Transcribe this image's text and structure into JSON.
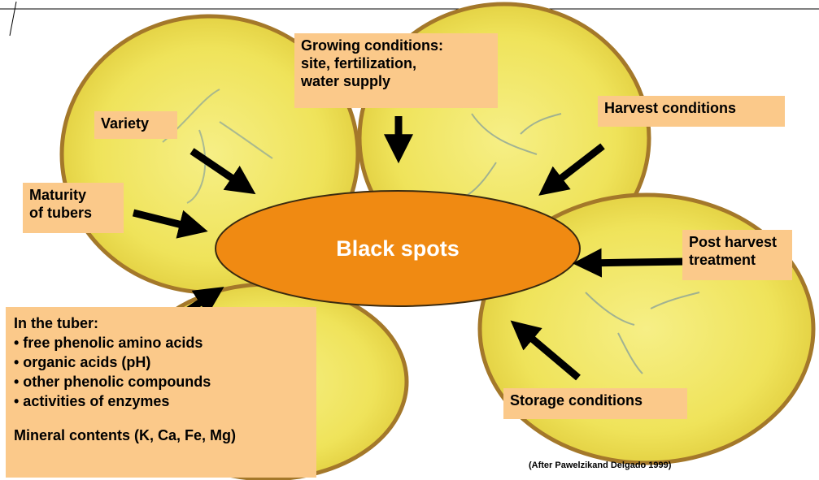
{
  "diagram": {
    "center": {
      "label": "Black spots"
    },
    "factors": {
      "growing": [
        "Growing conditions:",
        "site, fertilization,",
        "water supply"
      ],
      "variety": [
        "Variety"
      ],
      "harvest": [
        "Harvest conditions"
      ],
      "maturity": [
        "Maturity",
        "of tubers"
      ],
      "post_harvest": [
        "Post harvest",
        "treatment"
      ],
      "storage": [
        "Storage conditions"
      ]
    },
    "tuber_box": {
      "title": "In the tuber:",
      "items": [
        "• free phenolic amino acids",
        "• organic acids (pH)",
        "• other phenolic compounds",
        "• activities of enzymes"
      ],
      "mineral": "Mineral contents (K, Ca, Fe, Mg)"
    },
    "citation": "(After Pawelzikand Delgado 1999)",
    "colors": {
      "ellipse_fill": "#f08a12",
      "ellipse_stroke": "#3a2a10",
      "label_bg": "#fbc98a",
      "potato_flesh": "#f2ea6a",
      "potato_skin": "#a4782a",
      "arrow": "#000000"
    }
  }
}
